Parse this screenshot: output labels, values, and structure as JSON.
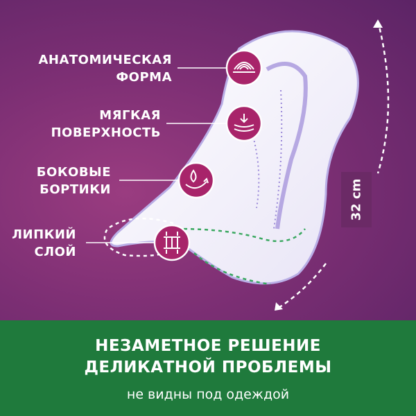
{
  "features": [
    {
      "line1": "АНАТОМИЧЕСКАЯ",
      "line2": "ФОРМА",
      "icon": "anatomical-shape-icon"
    },
    {
      "line1": "МЯГКАЯ",
      "line2": "ПОВЕРХНОСТЬ",
      "icon": "soft-surface-icon"
    },
    {
      "line1": "БОКОВЫЕ",
      "line2": "БОРТИКИ",
      "icon": "side-barriers-icon"
    },
    {
      "line1": "ЛИПКИЙ",
      "line2": "СЛОЙ",
      "icon": "adhesive-layer-icon"
    }
  ],
  "size_label": "32 cm",
  "banner": {
    "line1": "НЕЗАМЕТНОЕ РЕШЕНИЕ",
    "line2": "ДЕЛИКАТНОЙ ПРОБЛЕМЫ",
    "subtitle": "не видны под одеждой"
  },
  "colors": {
    "background": "#7d2f74",
    "banner": "#1f7a3c",
    "icon_circle": "#a8246a",
    "accent_dash": "#3aa860"
  }
}
